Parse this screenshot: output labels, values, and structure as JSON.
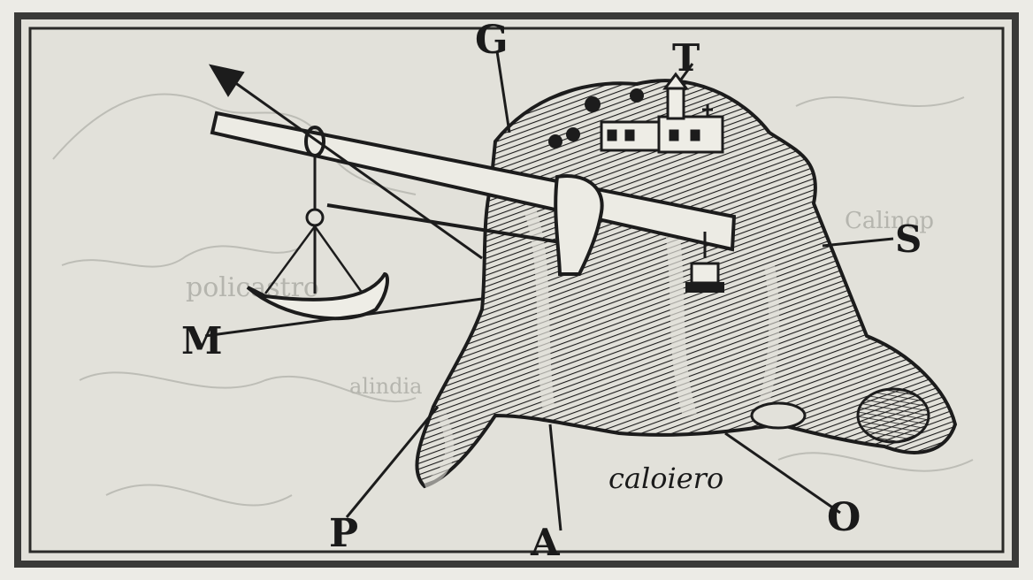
{
  "caption": "caloiero",
  "compass_letters": {
    "top": "G",
    "top_right": "T",
    "right": "S",
    "left": "M",
    "bottom_left": "P",
    "bottom": "A",
    "bottom_right": "O"
  },
  "faint_map_text": {
    "left": "policastro",
    "right": "Calinop",
    "center": "alindia"
  },
  "colors": {
    "paper": "#e2e1da",
    "ink": "#1c1c1c",
    "faint": "#b9b9b2"
  }
}
